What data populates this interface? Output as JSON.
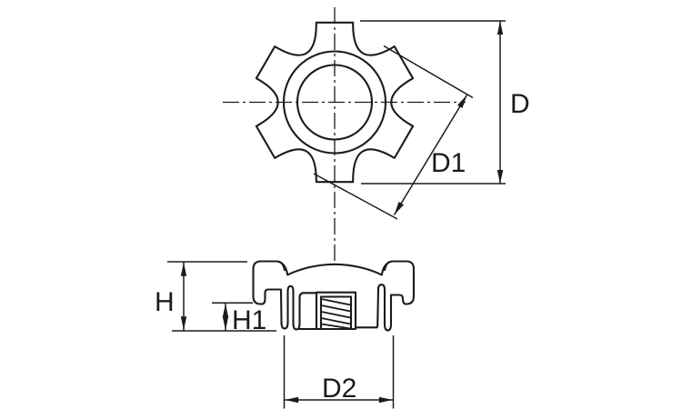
{
  "drawing": {
    "type": "technical dimension drawing",
    "subject": "six-lobe star grip knob with threaded insert, top view and sectioned front view",
    "background_color": "#ffffff",
    "line_color": "#1b1b1b"
  },
  "labels": {
    "D": "D",
    "D1": "D1",
    "H": "H",
    "H1": "H1",
    "D2": "D2"
  },
  "views": [
    {
      "name": "top view",
      "dimension_labels": [
        "D",
        "D1"
      ]
    },
    {
      "name": "front section view",
      "dimension_labels": [
        "H",
        "H1",
        "D2"
      ]
    }
  ]
}
